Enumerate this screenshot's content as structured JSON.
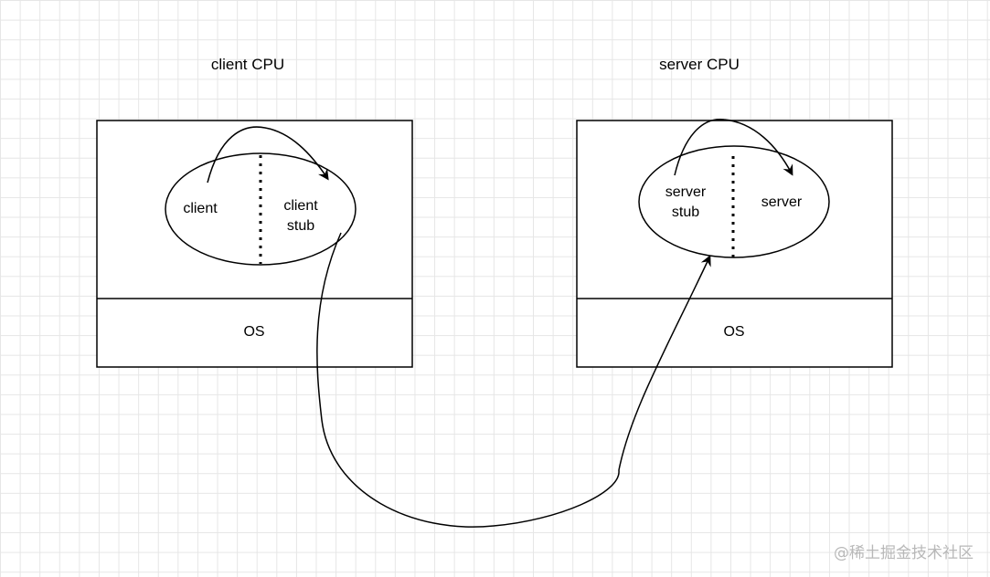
{
  "client_cpu": {
    "title": "client CPU",
    "client_label": "client",
    "stub_label_line1": "client",
    "stub_label_line2": "stub",
    "os_label": "OS"
  },
  "server_cpu": {
    "title": "server CPU",
    "stub_label_line1": "server",
    "stub_label_line2": "stub",
    "server_label": "server",
    "os_label": "OS"
  },
  "watermark": "@稀土掘金技术社区",
  "colors": {
    "stroke": "#000000",
    "grid": "#e6e6e6",
    "watermark": "#b8b8b8"
  }
}
